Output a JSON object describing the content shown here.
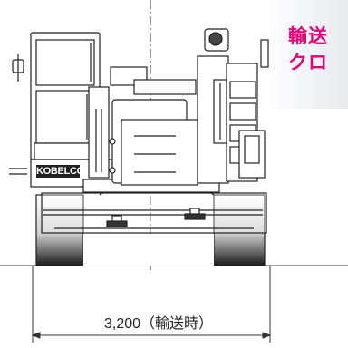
{
  "title": {
    "line1": "輸送",
    "line2": "クロ"
  },
  "machine": {
    "brand": "KOBELCO"
  },
  "dimension": {
    "label": "3,200（輸送時）"
  },
  "colors": {
    "title": "#e0007a",
    "line": "#222222",
    "track": "#1a1a1a"
  }
}
